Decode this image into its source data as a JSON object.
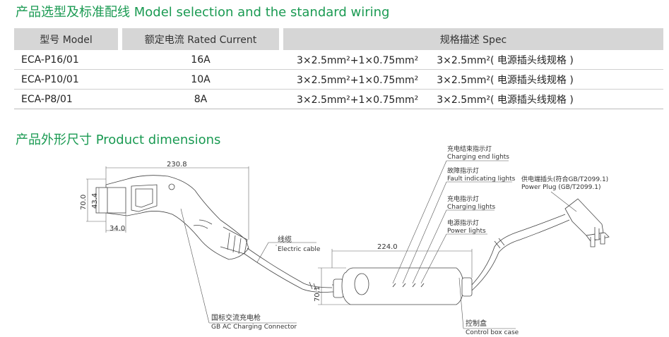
{
  "section1": {
    "title": "产品选型及标准配线 Model selection and the standard wiring"
  },
  "table": {
    "headers": [
      "型号 Model",
      "额定电流 Rated Current",
      "规格描述 Spec"
    ],
    "rows": [
      {
        "model": "ECA-P16/01",
        "current": "16A",
        "spec_a": "3×2.5mm²+1×0.75mm²",
        "spec_b": "3×2.5mm²( 电源插头线规格 )"
      },
      {
        "model": "ECA-P10/01",
        "current": "10A",
        "spec_a": "3×2.5mm²+1×0.75mm²",
        "spec_b": "3×2.5mm²( 电源插头线规格 )"
      },
      {
        "model": "ECA-P8/01",
        "current": "8A",
        "spec_a": "3×2.5mm²+1×0.75mm²",
        "spec_b": "3×2.5mm²( 电源插头线规格 )"
      }
    ]
  },
  "section2": {
    "title": "产品外形尺寸 Product dimensions"
  },
  "diagram": {
    "dim_230_8": "230.8",
    "dim_70_0": "70.0",
    "dim_43_4": "43.4",
    "dim_34_0": "34.0",
    "dim_224_0": "224.0",
    "dim_70_1": "70.1",
    "labels": {
      "charging_end_cn": "充电结束指示灯",
      "charging_end_en": "Charging end lights",
      "fault_cn": "故障指示灯",
      "fault_en": "Fault indicating lights",
      "charging_cn": "充电指示灯",
      "charging_en": "Charging lights",
      "power_cn": "电源指示灯",
      "power_en": "Power lights",
      "plug_cn": "供电端插头(符合GB/T2099.1)",
      "plug_en": "Power Plug (GB/T2099.1)",
      "cable_cn": "线缆",
      "cable_en": "Electric cable",
      "connector_cn": "国标交流充电枪",
      "connector_en": "GB AC Charging Connector",
      "box_cn": "控制盒",
      "box_en": "Control box case"
    }
  }
}
